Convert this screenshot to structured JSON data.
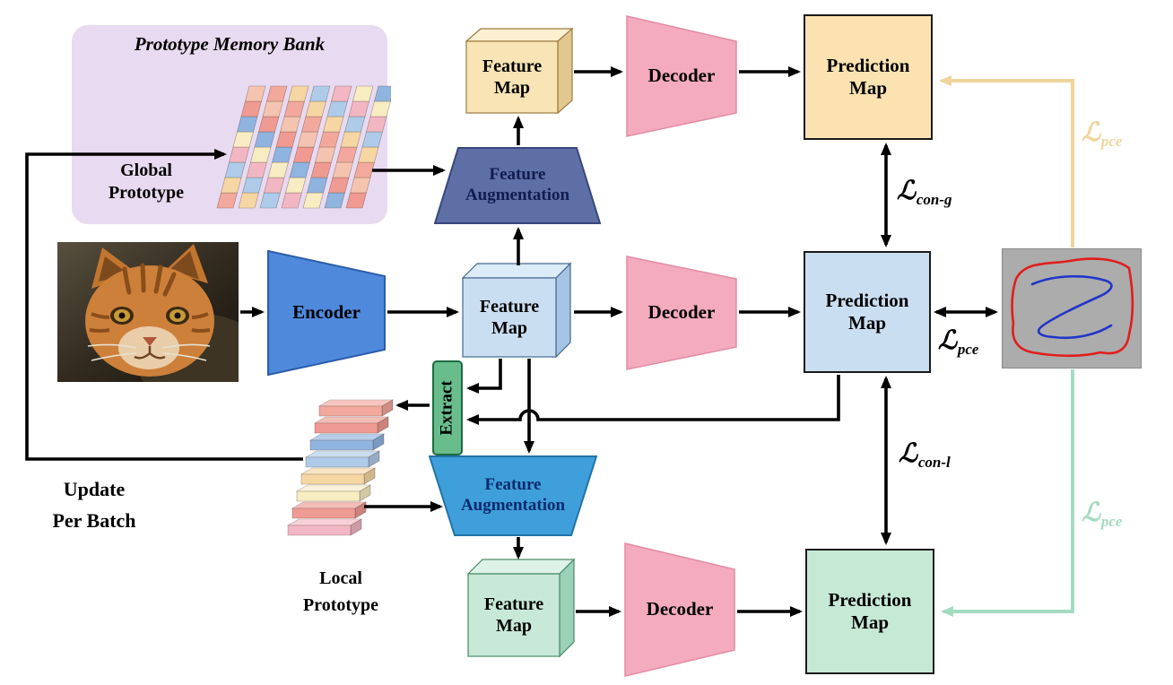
{
  "bank": {
    "title": "Prototype Memory Bank",
    "global_label": "Global\nPrototype"
  },
  "nodes": {
    "encoder": "Encoder",
    "decoder_top": "Decoder",
    "decoder_mid": "Decoder",
    "decoder_bottom": "Decoder",
    "feature_map_top": "Feature\nMap",
    "feature_map_mid": "Feature\nMap",
    "feature_map_bottom": "Feature\nMap",
    "feature_aug_top": "Feature\nAugmentation",
    "feature_aug_bottom": "Feature\nAugmentation",
    "prediction_map_top": "Prediction\nMap",
    "prediction_map_mid": "Prediction\nMap",
    "prediction_map_bottom": "Prediction\nMap",
    "extract": "Extract",
    "local_label": "Local\nPrototype",
    "update_label": "Update\nPer Batch"
  },
  "losses": {
    "pce_top": {
      "symbol": "ℒ",
      "sub": "pce",
      "color": "#f0d49c"
    },
    "con_g": {
      "symbol": "ℒ",
      "sub": "con-g",
      "color": "#000000"
    },
    "pce_mid": {
      "symbol": "ℒ",
      "sub": "pce",
      "color": "#000000"
    },
    "con_l": {
      "symbol": "ℒ",
      "sub": "con-l",
      "color": "#000000"
    },
    "pce_bottom": {
      "symbol": "ℒ",
      "sub": "pce",
      "color": "#a5dbc1"
    }
  },
  "colors": {
    "bank_bg": "#e8daf0",
    "encoder": "#4e89dc",
    "encoder_border": "#2a5caa",
    "decoder": "#f4abbd",
    "decoder_border": "#e28ca4",
    "feature_aug_global": "#5e6fa5",
    "feature_aug_global_border": "#39477c",
    "feature_aug_local": "#3e9fda",
    "feature_aug_local_border": "#2272a8",
    "prediction_map_global": "#fbe2b0",
    "prediction_map_input": "#cadef2",
    "prediction_map_local": "#c6e9d6",
    "extract": "#69bd8d",
    "extract_border": "#1d6b40",
    "arrow": "#000000",
    "loss_pce_global": "#f0d49c",
    "loss_pce_local": "#a5dbc1",
    "scribble_bg": "#acacac",
    "scribble_red": "#e21d1d",
    "scribble_blue": "#2135c9"
  },
  "palette": {
    "global": [
      "#f2a89c",
      "#f6d7a4",
      "#aecbe9",
      "#f3b7c4",
      "#f8ecc3",
      "#8fb4e0",
      "#ef9a92",
      "#f5c4b0"
    ],
    "local": [
      "#f3b7c4",
      "#ef9a92",
      "#f8ecc3",
      "#f6d7a4",
      "#aecbe9",
      "#8fb4e0",
      "#ef9a92",
      "#f2a89c"
    ]
  }
}
